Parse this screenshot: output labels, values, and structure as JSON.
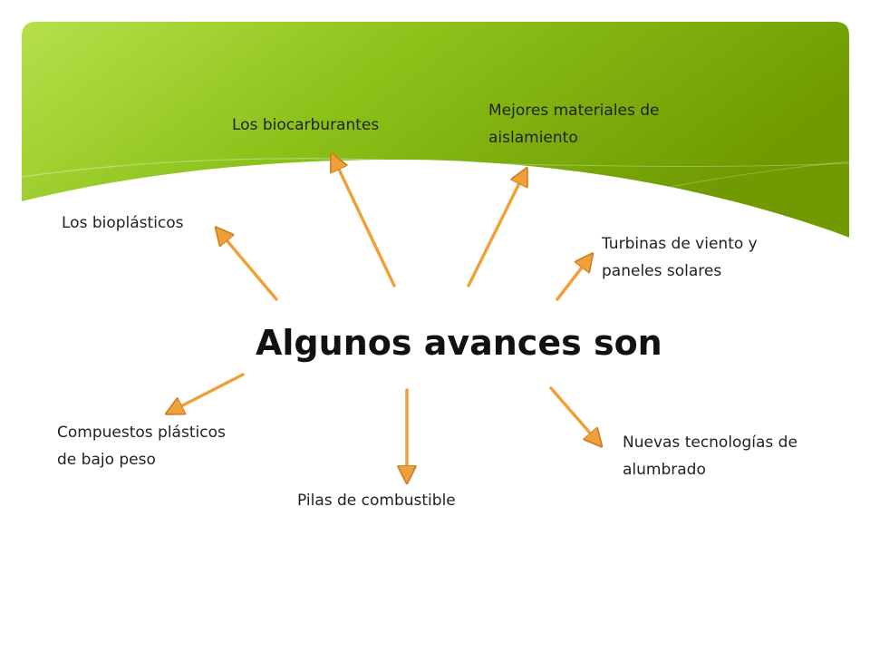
{
  "slide": {
    "title": "Algunos avances son",
    "accent_colors": {
      "header_green_dark": "#6f9a00",
      "header_green_light": "#b6e04a",
      "arrow_orange": "#f0a03a"
    },
    "items": [
      {
        "id": "biocarburantes",
        "lines": [
          "Los biocarburantes"
        ]
      },
      {
        "id": "materiales",
        "lines": [
          "Mejores materiales de",
          "aislamiento"
        ]
      },
      {
        "id": "bioplasticos",
        "lines": [
          "Los bioplásticos"
        ]
      },
      {
        "id": "turbinas",
        "lines": [
          "Turbinas de viento y",
          "paneles solares"
        ]
      },
      {
        "id": "compuestos",
        "lines": [
          "Compuestos plásticos",
          "de bajo peso"
        ]
      },
      {
        "id": "alumbrado",
        "lines": [
          "Nuevas tecnologías de",
          "alumbrado"
        ]
      },
      {
        "id": "pilas",
        "lines": [
          "Pilas de combustible"
        ]
      }
    ]
  }
}
